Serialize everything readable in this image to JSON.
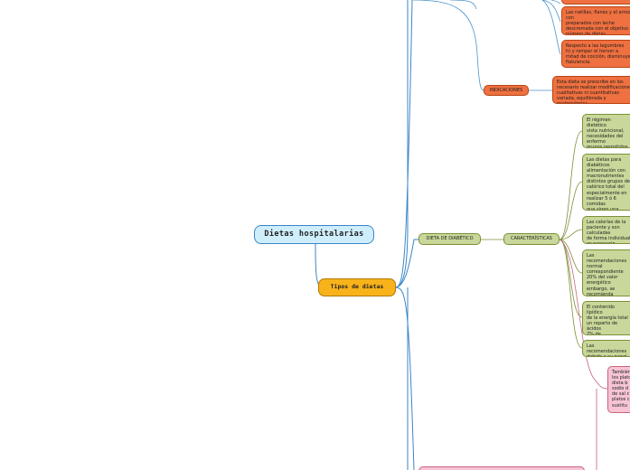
{
  "mindmap": {
    "root": "Dietas hospitalarias",
    "main_topic": "Tipos de dietas",
    "upper_branch": {
      "notes": [
        "Las natillas, flanes y el arroz con\npreparados con leche\n descremada con el objetivo de\nnúmero de dietas.",
        "Respecto a las legumbres\nh) y romper el hervor a\n mitad de cocción, disminuye\nflatulencia."
      ],
      "indicaciones_label": "INDICACIONES",
      "indicaciones_text": "Esta dieta se prescribe en los\nnecesario realizar modificaciones\n cualitativas ni cuantitativas\nvariada, equilibrada y gastronómica"
    },
    "diabetic": {
      "label": "DIETA DE DIABÉTICO",
      "characteristics_label": "CARACTERÍSTICAS",
      "characteristics": [
        "El régimen dietético\nvista nutricional,\nnecesidades del enfermo\ngrupos permitidos\nde cada estación.",
        "Las dietas para diabéticos\nalimentación con\nmacronutrientes\ndistintos grupos de\ncalórico total del\nespecialmente en\nrealizar 5 ó 6 comidas\nque sigan una\n  estructura básica",
        "Las calorías de la\npaciente y son calculadas\n de forma individual\nes necesario.",
        "Las recomendaciones\nnormal correspondiente\n20% del valor energético\nembargo, se recomienda\nalto valor biológico\npueda variar entre\nenergética.",
        "El contenido lipídico\nde la energía total\n un reparto de ácidos\n7% de polinsaturados\ndiabético no debe",
        "Las recomendaciones\ndebido a su papel"
      ],
      "extra_note": "También\nlos platos\n dieta b\nsodio d\nde sal c\nplatos c\nsustitu"
    }
  }
}
